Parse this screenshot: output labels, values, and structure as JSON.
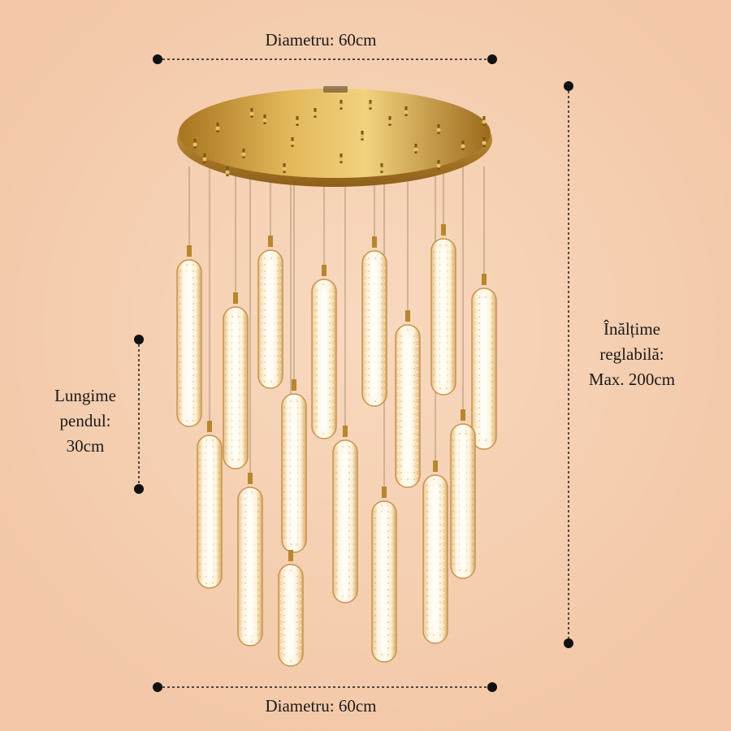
{
  "labels": {
    "top": "Diametru: 60cm",
    "bottom": "Diametru: 60cm",
    "left": [
      "Lungime",
      "pendul:",
      "30cm"
    ],
    "right": [
      "Înălțime",
      "reglabilă:",
      "Max. 200cm"
    ]
  },
  "colors": {
    "background": "#f6cfb2",
    "gold": "#c89a3c",
    "glass_glow": "#fff4dc",
    "dimension_line": "#1a1a1a"
  }
}
